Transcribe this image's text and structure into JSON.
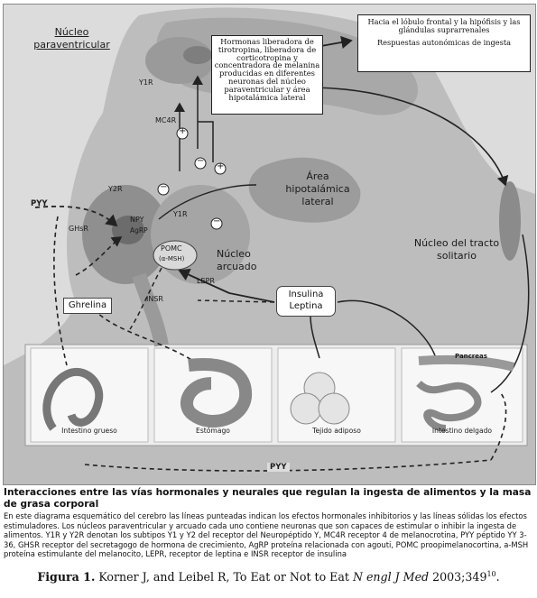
{
  "diagram": {
    "nucleus_paraventricular": "Núcleo paraventricular",
    "hormones_box": "Hormonas liberadora de tirotropina, liberadora de corticotropina y concentradora de melanina producidas en diferentes neuronas del núcleo paraventricular y área hipotalámica lateral",
    "top_right_box": {
      "line1": "Hacia el lóbulo frontal y la hipófisis y las glándulas suprarrenales",
      "line2": "Respuestas autonómicas de ingesta"
    },
    "area_hypothalamic": "Área hipotalámica lateral",
    "nucleus_solitary": "Núcleo del tracto solitario",
    "nucleus_arcuate": "Núcleo arcuado",
    "receptors": {
      "y1r_top": "Y1R",
      "mc4r": "MC4R",
      "y2r": "Y2R",
      "ghsr": "GHsR",
      "y1r": "Y1R",
      "lepr": "LEPR",
      "insr": "INSR"
    },
    "neurons": {
      "npy": "NPY",
      "agrp": "AgRP",
      "pomc": "POMC",
      "msh": "(α-MSH)"
    },
    "pyy_left": "PYY",
    "pyy_bottom": "PYY",
    "ghrelina": "Ghrelina",
    "insulina": "Insulina",
    "leptina": "Leptina",
    "pancreas": "Pancreas",
    "organs": [
      "Intestino grueso",
      "Estómago",
      "Tejido adiposo",
      "Intestino delgado"
    ],
    "signs": {
      "plus": "+",
      "minus": "−"
    }
  },
  "caption": {
    "title": "Interacciones entre las vías hormonales y neurales que regulan la ingesta de alimentos y la masa de grasa corporal",
    "body": "En este diagrama esquemático del cerebro las líneas punteadas indican los efectos hormonales inhibitorios y las líneas sólidas los efectos estimuladores. Los núcleos paraventricular y arcuado cada uno contiene neuronas que son capaces de estimular o inhibir la ingesta de alimentos. Y1R y Y2R denotan los subtipos Y1 y Y2 del receptor del Neuropéptido Y, MC4R receptor 4 de melanocrotina, PYY péptido YY 3-36, GHSR receptor del secretagogo de hormona de crecimiento, AgRP proteína relacionada con agouti, POMC proopimelanocortina, a-MSH proteína estimulante del melanocito, LEPR, receptor de leptina e INSR receptor de insulina"
  },
  "reference": {
    "label": "Figura 1.",
    "text": "Korner J, and Leibel R, To Eat or Not to Eat",
    "journal": "N engl J Med",
    "year": "2003;349",
    "sup": "10",
    "end": "."
  }
}
